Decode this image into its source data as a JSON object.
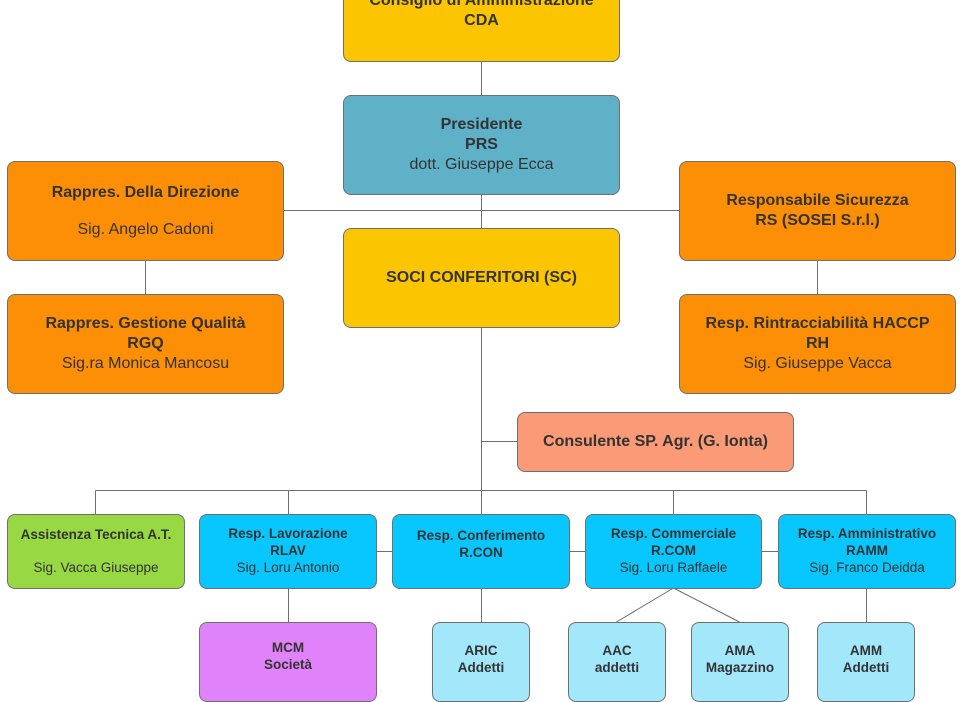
{
  "cda": {
    "title": "Consiglio di Amministrazione",
    "code": "CDA"
  },
  "prs": {
    "title": "Presidente",
    "code": "PRS",
    "name": "dott. Giuseppe Ecca"
  },
  "rd": {
    "title": "Rappres. Della Direzione",
    "name": "Sig. Angelo Cadoni"
  },
  "rgq": {
    "title": "Rappres. Gestione Qualità",
    "code": "RGQ",
    "name": "Sig.ra Monica Mancosu"
  },
  "rs": {
    "title": "Responsabile Sicurezza",
    "code": "RS (SOSEI S.r.l.)"
  },
  "rh": {
    "title": "Resp. Rintracciabilità HACCP",
    "code": "RH",
    "name": "Sig. Giuseppe Vacca"
  },
  "sc": {
    "title": "SOCI CONFERITORI (SC)"
  },
  "consulente": {
    "title": "Consulente SP. Agr. (G. Ionta)"
  },
  "at": {
    "title": "Assistenza Tecnica A.T.",
    "name": "Sig. Vacca Giuseppe"
  },
  "rlav": {
    "title": "Resp. Lavorazione",
    "code": "RLAV",
    "name": "Sig. Loru Antonio"
  },
  "rcon": {
    "title": "Resp. Conferimento",
    "code": "R.CON"
  },
  "rcom": {
    "title": "Resp. Commerciale",
    "code": "R.COM",
    "name": "Sig. Loru Raffaele"
  },
  "ramm": {
    "title": "Resp. Amministrativo",
    "code": "RAMM",
    "name": "Sig. Franco Deidda"
  },
  "mcm": {
    "line1": "MCM",
    "line2": "Società"
  },
  "aric": {
    "line1": "ARIC",
    "line2": "Addetti"
  },
  "aac": {
    "line1": "AAC",
    "line2": "addetti"
  },
  "ama": {
    "line1": "AMA",
    "line2": "Magazzino"
  },
  "amm": {
    "line1": "AMM",
    "line2": "Addetti"
  },
  "colors": {
    "yellow": "#fbc502",
    "blue": "#5fb1c8",
    "orange": "#fc8f05",
    "salmon": "#fa9a77",
    "green": "#97d843",
    "cyan": "#07c7fe",
    "purple": "#e083fa",
    "light": "#a3e7fb",
    "connector": "#6f6f6f"
  }
}
